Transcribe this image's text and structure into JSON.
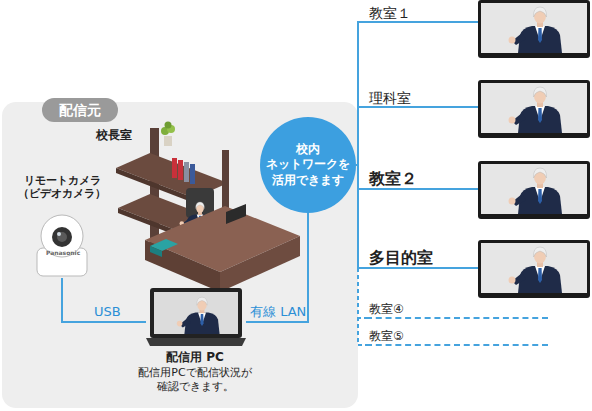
{
  "diagram": {
    "nodes": [
      {
        "text": [
          "配信元"
        ]
      },
      {
        "text": [
          "リモートカメラ （ビデオカメラ）"
        ],
        "in": 0
      },
      {
        "text": [
          "配信用 PC",
          "配信用PCで配信状況が 確認できます。"
        ],
        "in": 0
      },
      {
        "text": [
          "校内 ネットワークを 活用できます"
        ]
      },
      {
        "text": [
          "教室１"
        ]
      },
      {
        "text": [
          "理科室"
        ]
      },
      {
        "text": [
          "教室２"
        ]
      },
      {
        "text": [
          "多目的室"
        ]
      },
      {
        "text": [
          "教室④"
        ]
      },
      {
        "text": [
          "教室⑤"
        ]
      }
    ],
    "edges": [
      {
        "from": 1,
        "to": 2,
        "arrow": "none",
        "label": "USB"
      },
      {
        "from": 2,
        "to": 3,
        "arrow": "none",
        "label": "有線 LAN"
      },
      {
        "from": 3,
        "to": 4,
        "arrow": "none"
      },
      {
        "from": 3,
        "to": 5,
        "arrow": "none"
      },
      {
        "from": 3,
        "to": 6,
        "arrow": "none"
      },
      {
        "from": 3,
        "to": 7,
        "arrow": "none"
      },
      {
        "from": 3,
        "to": 8,
        "arrow": "none"
      },
      {
        "from": 3,
        "to": 9,
        "arrow": "none"
      }
    ],
    "labels": [
      "校長室",
      "Panasonic"
    ]
  }
}
